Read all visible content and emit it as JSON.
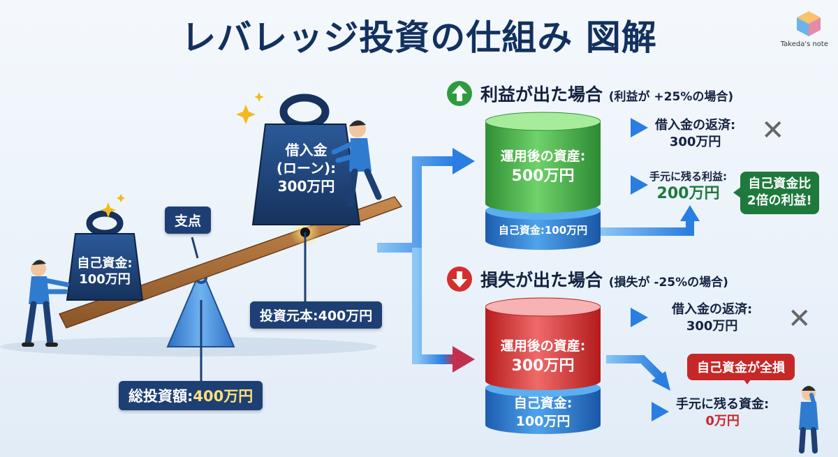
{
  "title": "レバレッジ投資の仕組み 図解",
  "brand": {
    "name": "Takeda's note"
  },
  "seesaw": {
    "own_weight": {
      "line1": "自己資金:",
      "line2": "100万円"
    },
    "loan_weight": {
      "line1": "借入金",
      "line2": "(ローン):",
      "line3": "300万円"
    },
    "fulcrum_label": "支点",
    "principal_label": "投資元本:400万円",
    "total_label": "総投資額:",
    "total_value": "400万円"
  },
  "profit": {
    "title": "利益が出た場合",
    "subtitle": "(利益が +25%の場合)",
    "asset_line1": "運用後の資産:",
    "asset_line2": "500万円",
    "own_funds": "自己資金:100万円",
    "repay_line1": "借入金の返済:",
    "repay_line2": "300万円",
    "remain_label": "手元に残る利益:",
    "remain_value": "200万円",
    "callout_line1": "自己資金比",
    "callout_line2": "2倍の利益!"
  },
  "loss": {
    "title": "損失が出た場合",
    "subtitle": "(損失が -25%の場合)",
    "asset_line1": "運用後の資産:",
    "asset_line2": "300万円",
    "own_line1": "自己資金:",
    "own_line2": "100万円",
    "repay_line1": "借入金の返済:",
    "repay_line2": "300万円",
    "remain_label": "手元に残る資金:",
    "remain_value": "0万円",
    "callout": "自己資金が全損"
  },
  "colors": {
    "navy": "#1d3f73",
    "green": "#2e9b3e",
    "red": "#d32f2f",
    "arrow": "#2a7de1",
    "gold": "#ffe27a"
  },
  "icons": [
    "up-arrow-icon",
    "down-arrow-icon",
    "x-mark-icon",
    "sparkle-icon"
  ]
}
